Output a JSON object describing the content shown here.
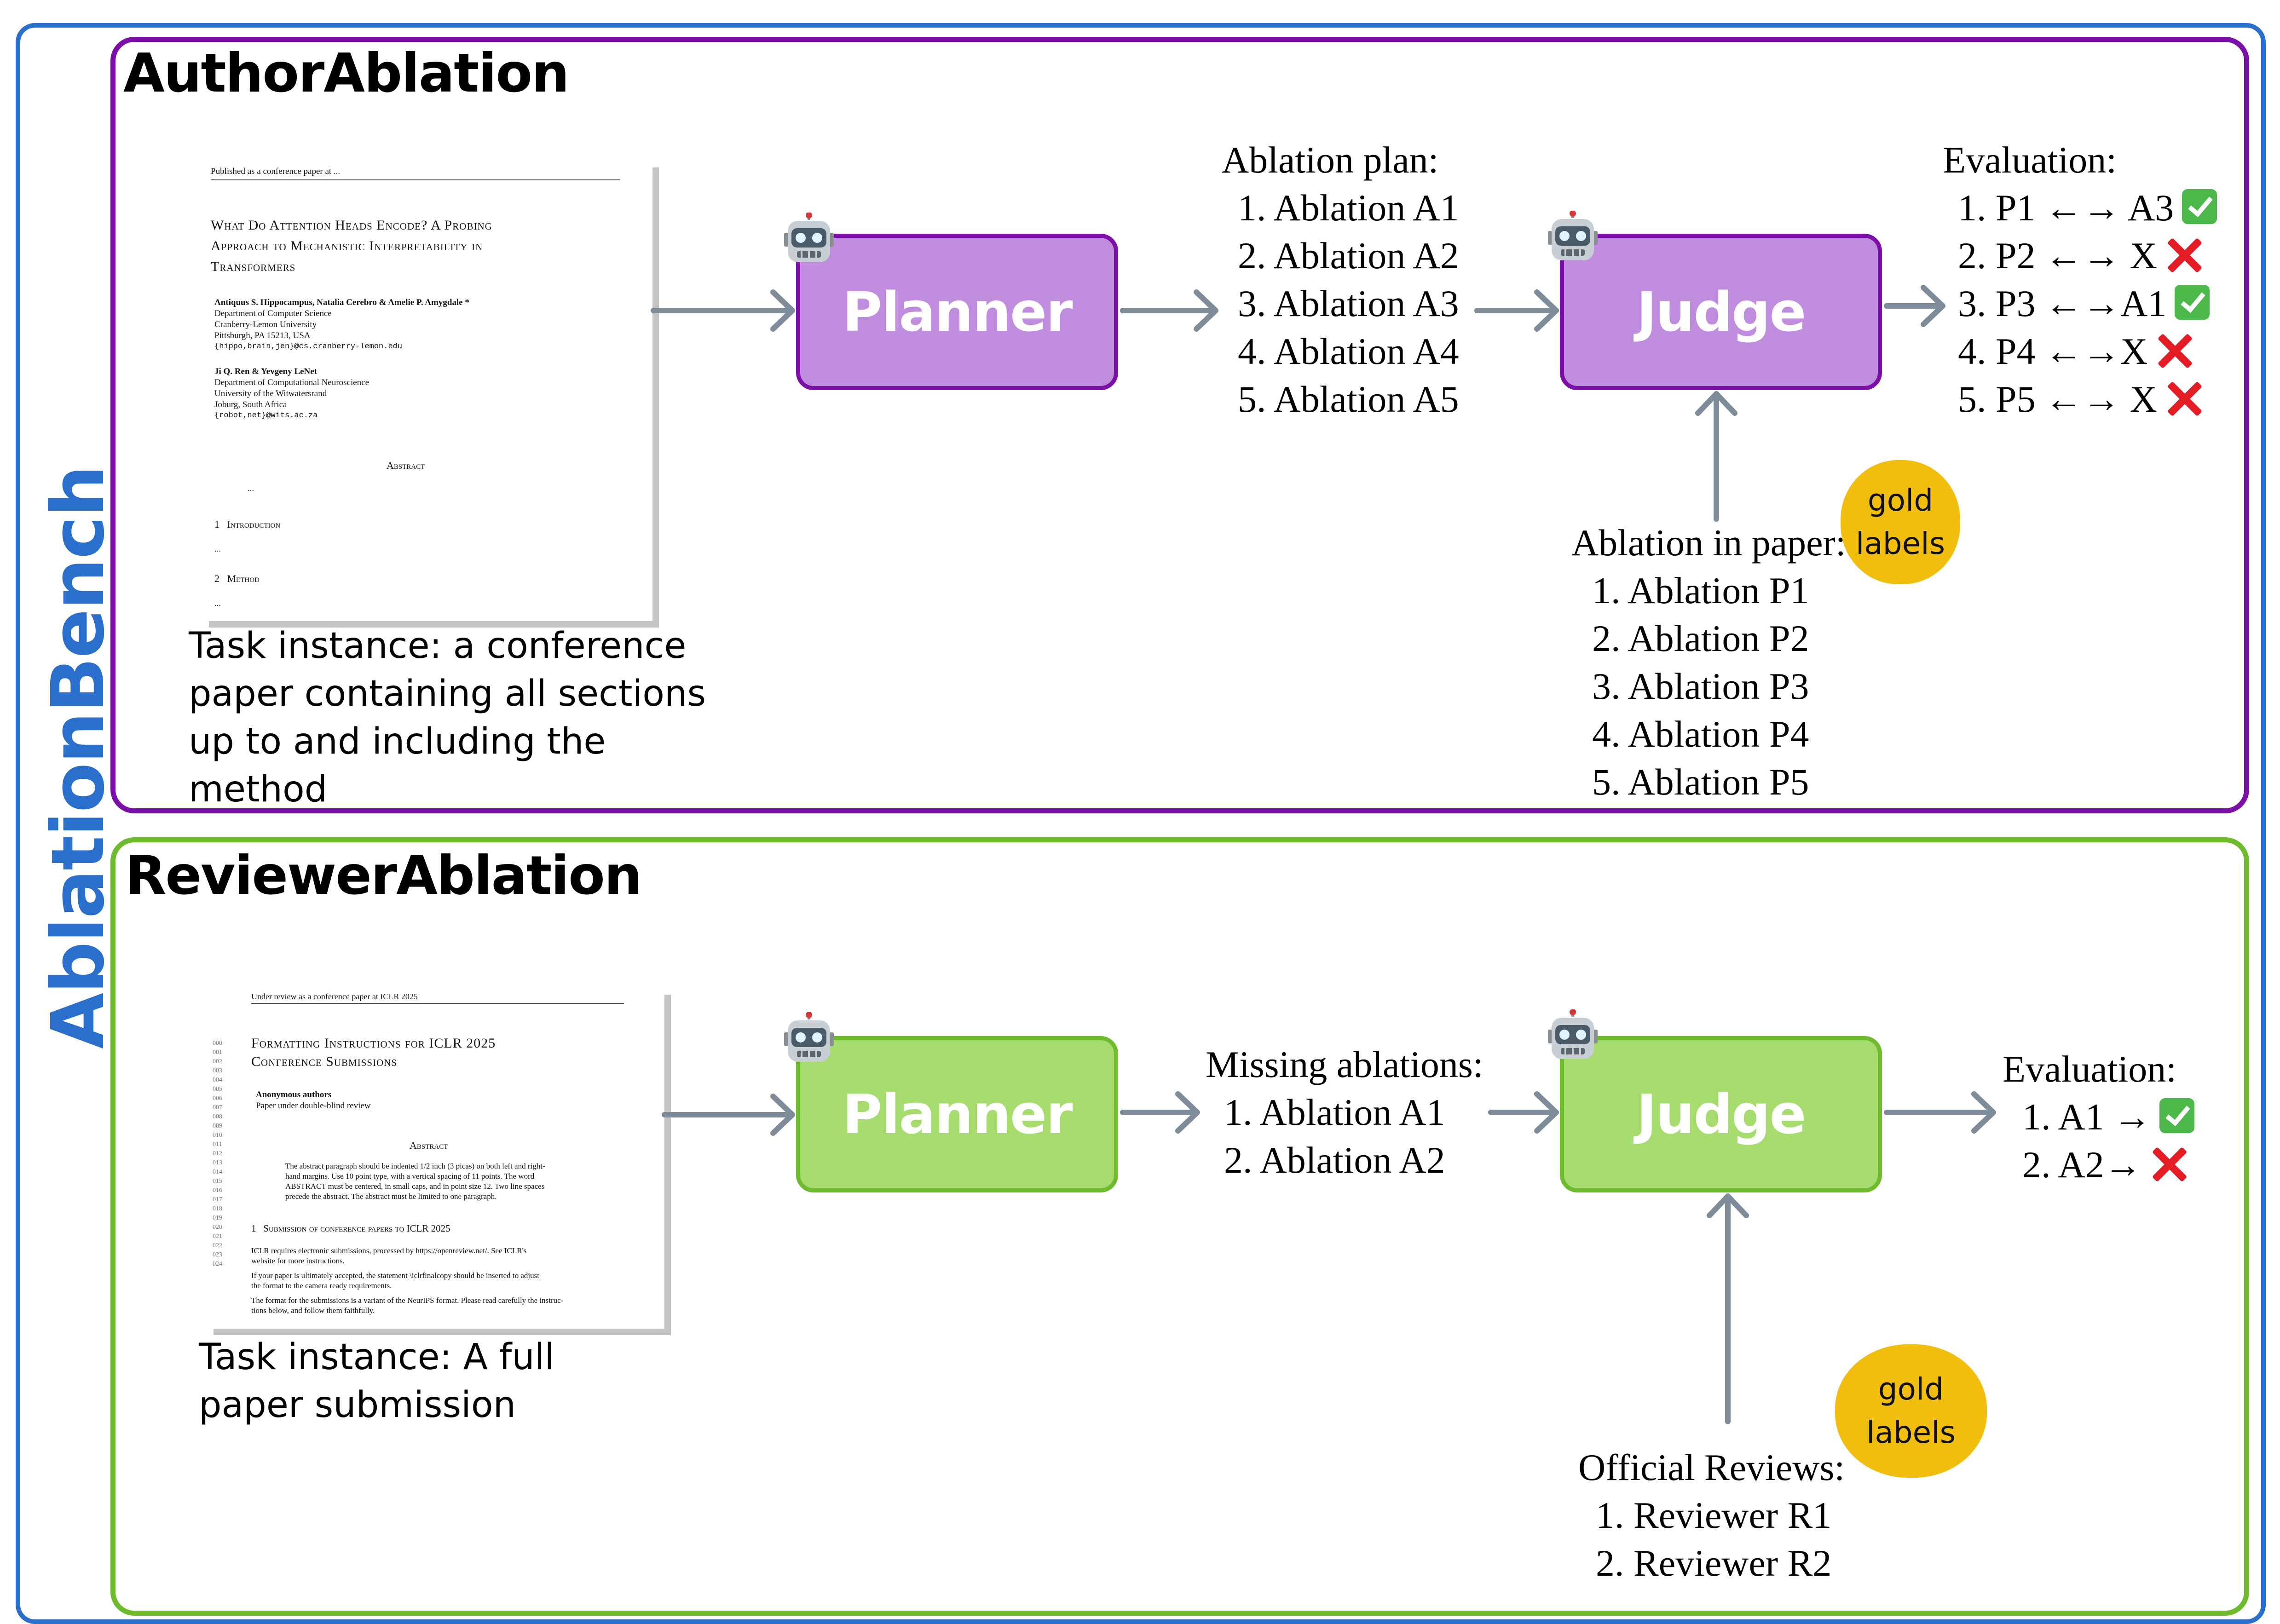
{
  "side_title": "AblationBench",
  "author": {
    "title": "AuthorAblation",
    "paper": {
      "header": "Published as a conference paper at ...",
      "title_lines": [
        "What Do Attention Heads Encode? A Probing",
        "Approach to Mechanistic Interpretability in",
        "Transformers"
      ],
      "authors1": "Antiquus S. Hippocampus, Natalia Cerebro & Amelie P. Amygdale *",
      "affil1": [
        "Department of Computer Science",
        "Cranberry-Lemon University",
        "Pittsburgh, PA 15213, USA",
        "{hippo,brain,jen}@cs.cranberry-lemon.edu"
      ],
      "authors2": "Ji Q. Ren & Yevgeny LeNet",
      "affil2": [
        "Department of Computational Neuroscience",
        "University of the Witwatersrand",
        "Joburg, South Africa",
        "{robot,net}@wits.ac.za"
      ],
      "abstract": "Abstract",
      "ellipsis": "...",
      "sec1": "1   Introduction",
      "sec2": "2   Method"
    },
    "caption": "Task instance: a conference paper containing all sections up to and including the method",
    "planner_label": "Planner",
    "judge_label": "Judge",
    "plan_title": "Ablation plan:",
    "plan_items": [
      "1.  Ablation A1",
      "2.  Ablation A2",
      "3.  Ablation A3",
      "4.  Ablation A4",
      "5.  Ablation A5"
    ],
    "eval_title": "Evaluation:",
    "eval_items": [
      {
        "text": "1.  P1 ←→ A3",
        "mark": "check"
      },
      {
        "text": "2.  P2 ←→ X",
        "mark": "cross"
      },
      {
        "text": "3.  P3 ←→A1",
        "mark": "check"
      },
      {
        "text": "4.  P4 ←→X",
        "mark": "cross"
      },
      {
        "text": "5.  P5 ←→ X",
        "mark": "cross"
      }
    ],
    "gold_title": "Ablation in paper:",
    "gold_items": [
      "1.  Ablation P1",
      "2.  Ablation P2",
      "3.  Ablation P3",
      "4.  Ablation P4",
      "5.  Ablation P5"
    ],
    "badge": [
      "gold",
      "labels"
    ]
  },
  "reviewer": {
    "title": "ReviewerAblation",
    "paper": {
      "header": "Under review as a conference paper at ICLR 2025",
      "title_lines": [
        "Formatting Instructions for ICLR 2025",
        "Conference Submissions"
      ],
      "authors": "Anonymous authors",
      "authors_note": "Paper under double-blind review",
      "abstract": "Abstract",
      "abstract_body": [
        "The abstract paragraph should be indented 1/2 inch (3 picas) on both left and right-",
        "hand margins. Use 10 point type, with a vertical spacing of 11 points. The word",
        "ABSTRACT must be centered, in small caps, and in point size 12. Two line spaces",
        "precede the abstract. The abstract must be limited to one paragraph."
      ],
      "sec1": "1   Submission of conference papers to ICLR 2025",
      "body": [
        "ICLR requires electronic submissions, processed by https://openreview.net/. See ICLR's",
        "website for more instructions.",
        "If your paper is ultimately accepted, the statement \\iclrfinalcopy should be inserted to adjust",
        "the format to the camera ready requirements.",
        "The format for the submissions is a variant of the NeurIPS format. Please read carefully the instruc-",
        "tions below, and follow them faithfully."
      ],
      "line_numbers": "000\n001\n002\n003\n004\n005\n006\n007\n008\n009\n010\n011\n012\n013\n014\n015\n016\n017\n018\n019\n020\n021\n022\n023\n024"
    },
    "caption": "Task instance: A full paper submission",
    "planner_label": "Planner",
    "judge_label": "Judge",
    "missing_title": "Missing ablations:",
    "missing_items": [
      "1.  Ablation A1",
      "2.  Ablation A2"
    ],
    "eval_title": "Evaluation:",
    "eval_items": [
      {
        "text": "1.  A1 →",
        "mark": "check"
      },
      {
        "text": "2.  A2→",
        "mark": "cross"
      }
    ],
    "gold_title": "Official Reviews:",
    "gold_items": [
      "1.  Reviewer R1",
      "2.  Reviewer R2"
    ],
    "badge": [
      "gold",
      "labels"
    ]
  },
  "icons": {
    "agent": "robot-icon",
    "correct": "check-mark-icon",
    "incorrect": "cross-mark-icon"
  },
  "colors": {
    "author": "#7b0fa8",
    "author_fill": "#c08cde",
    "reviewer": "#6fbb2e",
    "reviewer_fill": "#a6db6e",
    "outer": "#2a6fcb",
    "arrow": "#7d8c98",
    "badge": "#f1be0e"
  }
}
